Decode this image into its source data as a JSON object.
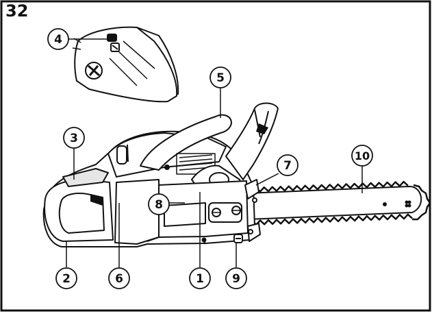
{
  "page": {
    "number": "32"
  },
  "callouts": {
    "c1": "1",
    "c2": "2",
    "c3": "3",
    "c4": "4",
    "c5": "5",
    "c6": "6",
    "c7": "7",
    "c8": "8",
    "c9": "9",
    "c10": "10"
  },
  "colors": {
    "line": "#111111",
    "fill": "#ffffff",
    "shade": "#d9d9d9"
  }
}
